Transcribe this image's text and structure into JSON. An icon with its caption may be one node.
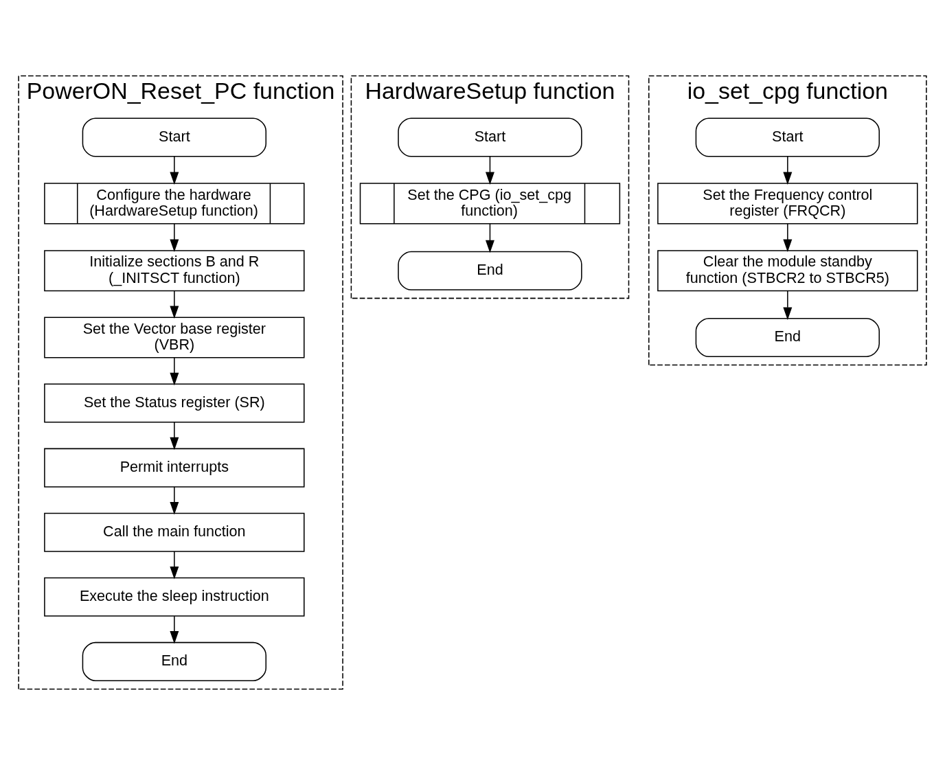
{
  "diagram": {
    "nodes": [
      {
        "text": [
          "PowerON_Reset_PC function"
        ]
      },
      {
        "text": [
          "Start"
        ],
        "in": 0
      },
      {
        "text": [
          "Configure the hardware (HardwareSetup function)"
        ],
        "in": 0
      },
      {
        "text": [
          "Initialize sections B and R (_INITSCT function)"
        ],
        "in": 0
      },
      {
        "text": [
          "Set the Vector base register (VBR)"
        ],
        "in": 0
      },
      {
        "text": [
          "Set the Status register (SR)"
        ],
        "in": 0
      },
      {
        "text": [
          "Permit interrupts"
        ],
        "in": 0
      },
      {
        "text": [
          "Call the main function"
        ],
        "in": 0
      },
      {
        "text": [
          "Execute the sleep instruction"
        ],
        "in": 0
      },
      {
        "text": [
          "End"
        ],
        "in": 0
      },
      {
        "text": [
          "HardwareSetup function"
        ]
      },
      {
        "text": [
          "Start"
        ],
        "in": 10
      },
      {
        "text": [
          "Set the CPG (io_set_cpg function)"
        ],
        "in": 10
      },
      {
        "text": [
          "End"
        ],
        "in": 10
      },
      {
        "text": [
          "io_set_cpg function"
        ]
      },
      {
        "text": [
          "Start"
        ],
        "in": 14
      },
      {
        "text": [
          "Set the Frequency control register (FRQCR)"
        ],
        "in": 14
      },
      {
        "text": [
          "Clear the module standby function (STBCR2 to STBCR5)"
        ],
        "in": 14
      },
      {
        "text": [
          "End"
        ],
        "in": 14
      }
    ],
    "edges": [
      {
        "from": 1,
        "to": 2,
        "arrow": "to"
      },
      {
        "from": 2,
        "to": 3,
        "arrow": "to"
      },
      {
        "from": 3,
        "to": 4,
        "arrow": "to"
      },
      {
        "from": 4,
        "to": 5,
        "arrow": "to"
      },
      {
        "from": 5,
        "to": 6,
        "arrow": "to"
      },
      {
        "from": 6,
        "to": 7,
        "arrow": "to"
      },
      {
        "from": 7,
        "to": 8,
        "arrow": "to"
      },
      {
        "from": 8,
        "to": 9,
        "arrow": "to"
      },
      {
        "from": 11,
        "to": 12,
        "arrow": "to"
      },
      {
        "from": 12,
        "to": 13,
        "arrow": "to"
      },
      {
        "from": 15,
        "to": 16,
        "arrow": "to"
      },
      {
        "from": 16,
        "to": 17,
        "arrow": "to"
      },
      {
        "from": 17,
        "to": 18,
        "arrow": "to"
      }
    ]
  }
}
